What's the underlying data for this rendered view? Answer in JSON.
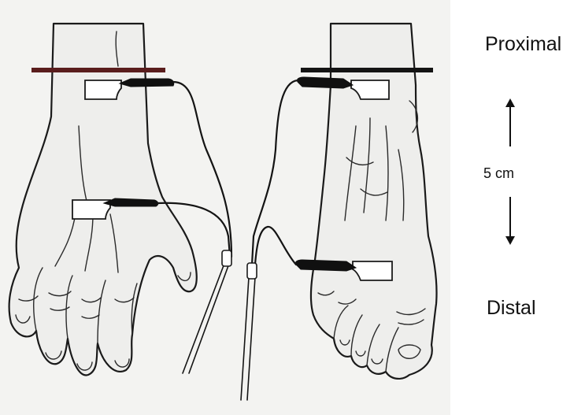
{
  "labels": {
    "proximal": "Proximal",
    "distance": "5 cm",
    "distal": "Distal"
  },
  "colors": {
    "background": "#ffffff",
    "paper_tint": "#f3f3f1",
    "skin_fill": "#eeeeec",
    "outline": "#1a1a1a",
    "wrist_band": "#5a1d1d",
    "ankle_band": "#141414",
    "electrode_pad": "#ffffff",
    "clip": "#101010"
  },
  "icons": {
    "up_arrow": "arrow-up-icon",
    "down_arrow": "arrow-down-icon"
  }
}
